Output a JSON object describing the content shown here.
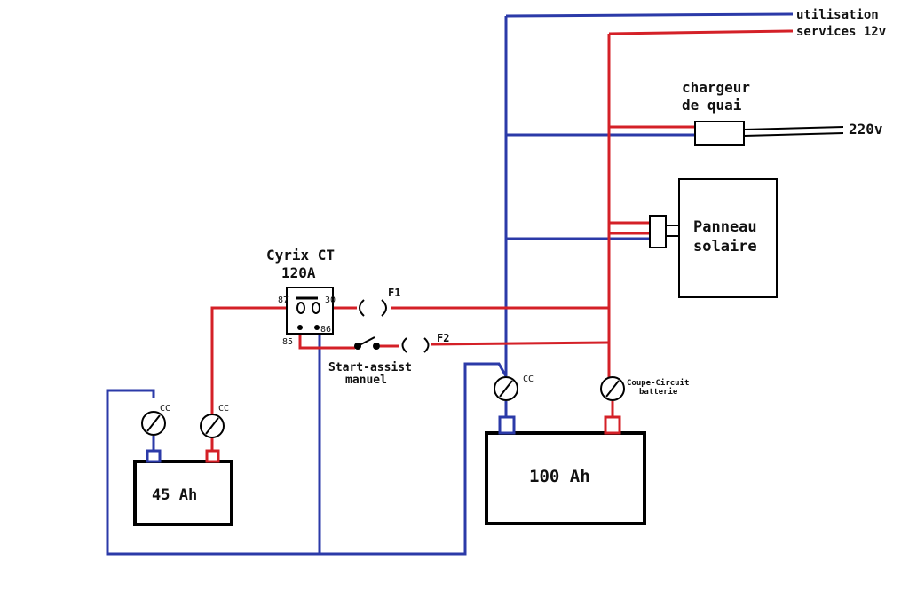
{
  "labels": {
    "utilisation_line1": "utilisation",
    "utilisation_line2": "services 12v",
    "chargeur_line1": "chargeur",
    "chargeur_line2": "de quai",
    "v220": "220v",
    "panneau_line1": "Panneau",
    "panneau_line2": "solaire",
    "cyrix_line1": "Cyrix CT",
    "cyrix_line2": "120A",
    "pin87": "87",
    "pin30": "30",
    "pin85": "85",
    "pin86": "86",
    "f1": "F1",
    "f2": "F2",
    "start_assist_line1": "Start-assist",
    "start_assist_line2": "manuel",
    "cc_45_neg": "CC",
    "cc_45_pos": "CC",
    "cc_100_neg": "CC",
    "coupe_line1": "Coupe-Circuit",
    "coupe_line2": "batterie",
    "battery_small": "45 Ah",
    "battery_large": "100 Ah"
  },
  "colors": {
    "positive_wire": "#d42027",
    "negative_wire": "#2b3aa8",
    "outline": "#000000"
  }
}
